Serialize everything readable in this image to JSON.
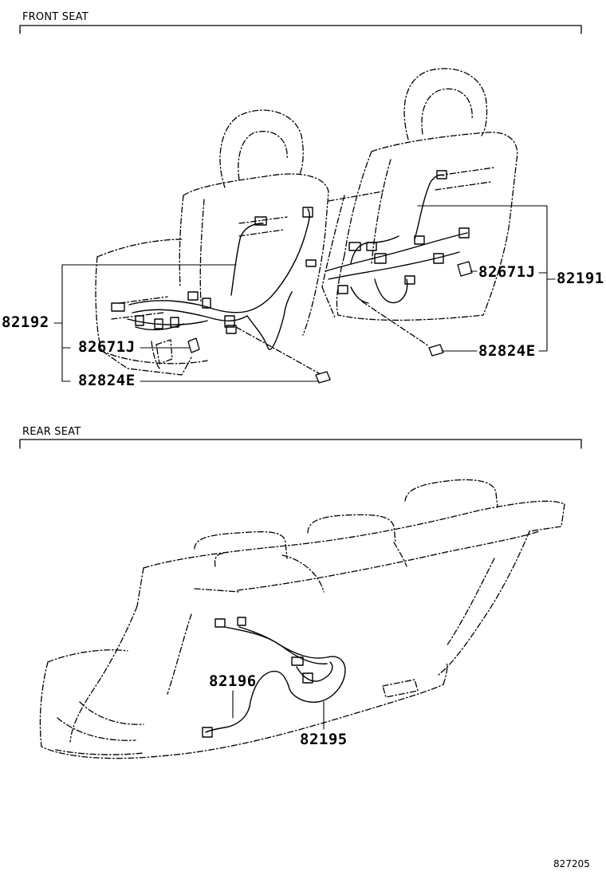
{
  "sections": {
    "front": {
      "title": "FRONT SEAT"
    },
    "rear": {
      "title": "REAR SEAT"
    }
  },
  "parts": {
    "front_left_harness": "82192",
    "front_left_cover": "82671J",
    "front_left_clamp": "82824E",
    "front_right_harness": "82191",
    "front_right_cover": "82671J",
    "front_right_clamp": "82824E",
    "rear_harness_a": "82196",
    "rear_harness_b": "82195"
  },
  "footer": {
    "code": "827205"
  }
}
